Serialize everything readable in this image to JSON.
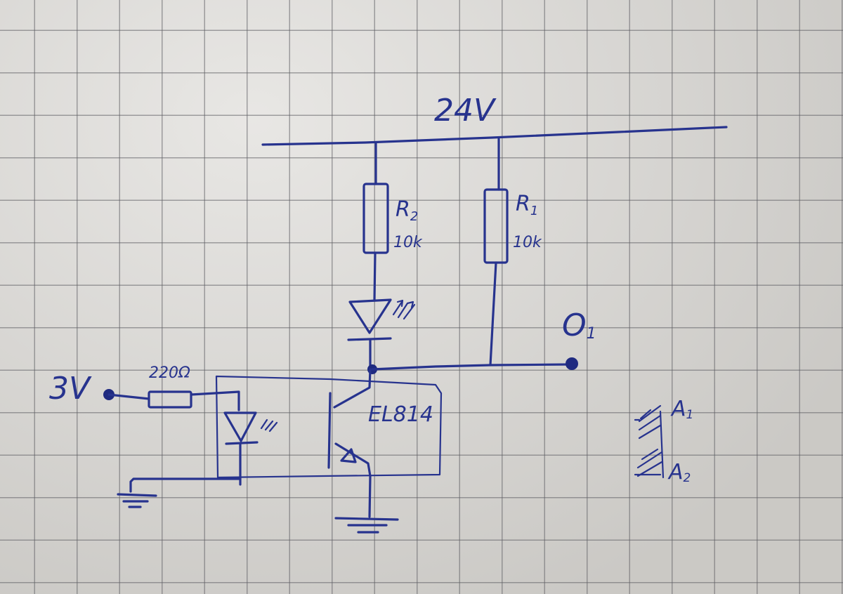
{
  "diagram": {
    "supply": {
      "label": "24V"
    },
    "resistors": [
      {
        "name": "R",
        "index": "2",
        "value": "10k"
      },
      {
        "name": "R",
        "index": "1",
        "value": "10k"
      }
    ],
    "input": {
      "voltage": "3V",
      "resistor": "220Ω"
    },
    "optocoupler": {
      "label": "EL814"
    },
    "output": {
      "name": "O",
      "index": "1"
    },
    "markers": [
      {
        "name": "A",
        "index": "1"
      },
      {
        "name": "A",
        "index": "2"
      }
    ],
    "colors": {
      "ink": "#27338e",
      "paper": "#dcdad6",
      "grid": "#5f5f64"
    }
  }
}
